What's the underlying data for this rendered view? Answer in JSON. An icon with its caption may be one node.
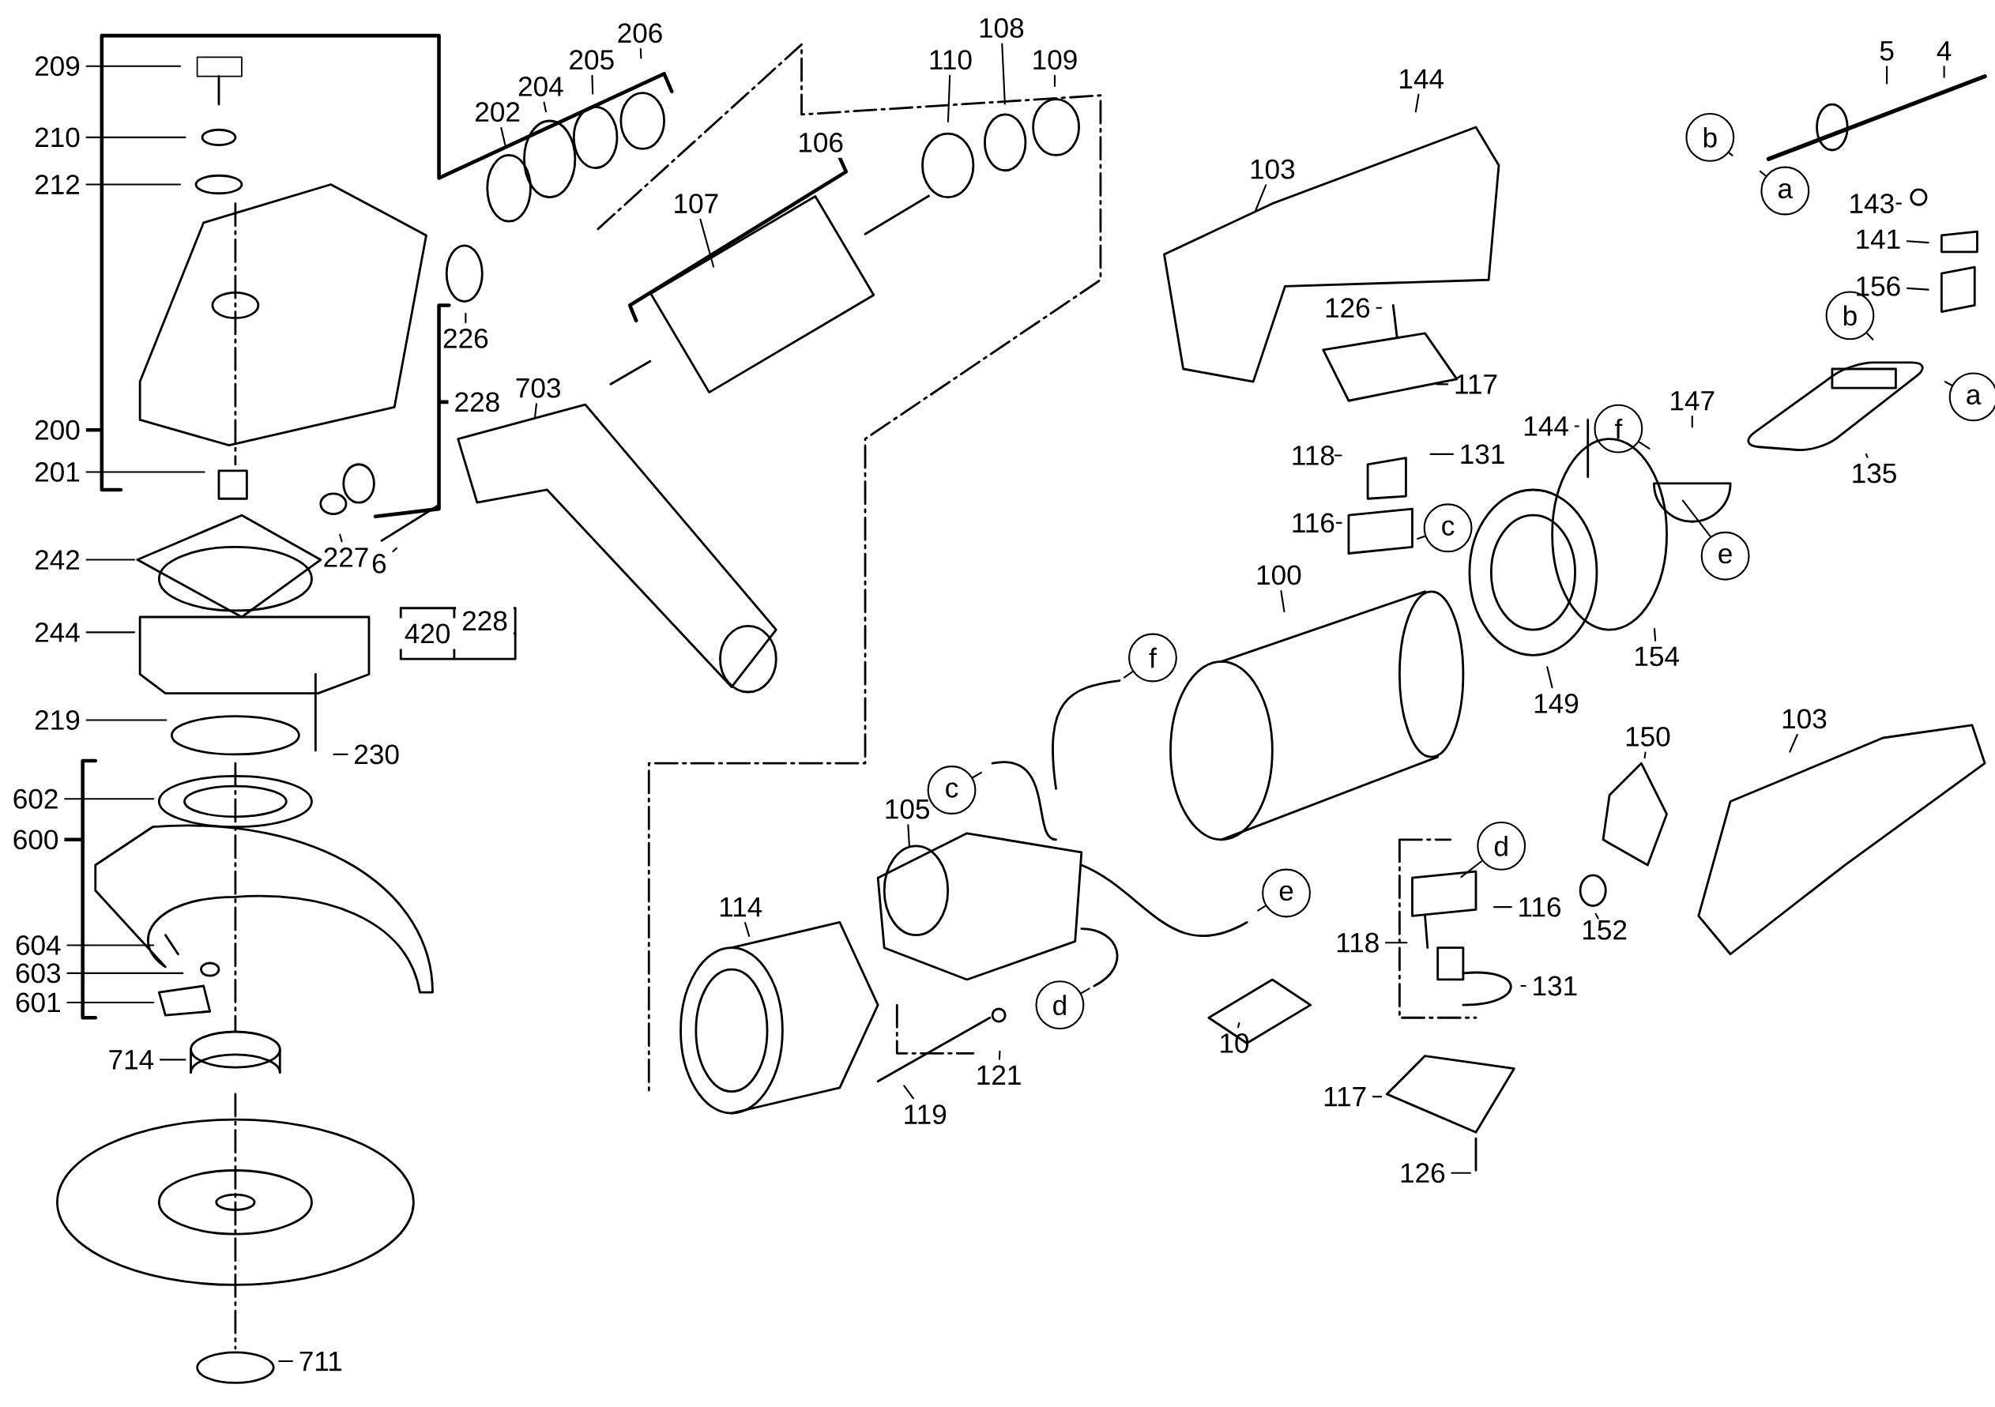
{
  "diagram": {
    "nodes": [
      {
        "text": [
          "209"
        ]
      },
      {
        "text": [
          "210"
        ]
      },
      {
        "text": [
          "212"
        ]
      },
      {
        "text": [
          "201"
        ]
      },
      {
        "text": [
          "242"
        ]
      },
      {
        "text": [
          "244"
        ]
      },
      {
        "text": [
          "219"
        ]
      },
      {
        "text": [
          "602"
        ]
      },
      {
        "text": [
          "604"
        ]
      },
      {
        "text": [
          "603"
        ]
      },
      {
        "text": [
          "601"
        ]
      },
      {
        "text": [
          "714"
        ]
      },
      {
        "text": [
          "711"
        ]
      },
      {
        "text": [
          "230"
        ]
      },
      {
        "text": [
          "227"
        ]
      },
      {
        "text": [
          "6"
        ]
      },
      {
        "text": [
          "226"
        ]
      },
      {
        "text": [
          "703"
        ]
      },
      {
        "text": [
          "202"
        ]
      },
      {
        "text": [
          "204"
        ]
      },
      {
        "text": [
          "205"
        ]
      },
      {
        "text": [
          "206"
        ]
      },
      {
        "text": [
          "107"
        ]
      },
      {
        "text": [
          "110"
        ]
      },
      {
        "text": [
          "109"
        ]
      },
      {
        "text": [
          "144"
        ]
      },
      {
        "text": [
          "103"
        ]
      },
      {
        "text": [
          "126"
        ]
      },
      {
        "text": [
          "117"
        ]
      },
      {
        "text": [
          "118"
        ]
      },
      {
        "text": [
          "131"
        ]
      },
      {
        "text": [
          "116"
        ]
      },
      {
        "text": [
          "c"
        ]
      },
      {
        "text": [
          "100"
        ]
      },
      {
        "text": [
          "144"
        ]
      },
      {
        "text": [
          "f"
        ]
      },
      {
        "text": [
          "147"
        ]
      },
      {
        "text": [
          "135"
        ]
      },
      {
        "text": [
          "e"
        ]
      },
      {
        "text": [
          "154"
        ]
      },
      {
        "text": [
          "149"
        ]
      },
      {
        "text": [
          "5"
        ]
      },
      {
        "text": [
          "4"
        ]
      },
      {
        "text": [
          "b"
        ]
      },
      {
        "text": [
          "a"
        ]
      },
      {
        "text": [
          "143"
        ]
      },
      {
        "text": [
          "141"
        ]
      },
      {
        "text": [
          "156"
        ]
      },
      {
        "text": [
          "b"
        ]
      },
      {
        "text": [
          "a"
        ]
      },
      {
        "text": [
          "f"
        ]
      },
      {
        "text": [
          "c"
        ]
      },
      {
        "text": [
          "105"
        ]
      },
      {
        "text": [
          "114"
        ]
      },
      {
        "text": [
          "d"
        ]
      },
      {
        "text": [
          "116"
        ]
      },
      {
        "text": [
          "118"
        ]
      },
      {
        "text": [
          "131"
        ]
      },
      {
        "text": [
          "d"
        ]
      },
      {
        "text": [
          "e"
        ]
      },
      {
        "text": [
          "10"
        ]
      },
      {
        "text": [
          "121"
        ]
      },
      {
        "text": [
          "119"
        ]
      },
      {
        "text": [
          "117"
        ]
      },
      {
        "text": [
          "126"
        ]
      },
      {
        "text": [
          "150"
        ]
      },
      {
        "text": [
          "103"
        ]
      },
      {
        "text": [
          "152"
        ]
      },
      {
        "text": [
          "108"
        ]
      }
    ],
    "edges": [
      {
        "from": 0,
        "to": null,
        "arrow": "none"
      },
      {
        "from": 1,
        "to": null,
        "arrow": "none"
      },
      {
        "from": 2,
        "to": null,
        "arrow": "none"
      },
      {
        "from": 3,
        "to": null,
        "arrow": "none"
      },
      {
        "from": 4,
        "to": null,
        "arrow": "none"
      },
      {
        "from": 5,
        "to": null,
        "arrow": "none"
      },
      {
        "from": 6,
        "to": null,
        "arrow": "none"
      },
      {
        "from": 7,
        "to": null,
        "arrow": "none"
      },
      {
        "from": 8,
        "to": null,
        "arrow": "none"
      },
      {
        "from": 9,
        "to": null,
        "arrow": "none"
      },
      {
        "from": 10,
        "to": null,
        "arrow": "none"
      },
      {
        "from": 11,
        "to": null,
        "arrow": "none"
      },
      {
        "from": 12,
        "to": null,
        "arrow": "none"
      },
      {
        "from": 13,
        "to": null,
        "arrow": "none"
      },
      {
        "from": 14,
        "to": null,
        "arrow": "none"
      },
      {
        "from": 15,
        "to": null,
        "arrow": "none"
      },
      {
        "from": 16,
        "to": null,
        "arrow": "none"
      },
      {
        "from": 17,
        "to": null,
        "arrow": "none"
      },
      {
        "from": 18,
        "to": null,
        "arrow": "none"
      },
      {
        "from": 19,
        "to": null,
        "arrow": "none"
      },
      {
        "from": 20,
        "to": null,
        "arrow": "none"
      },
      {
        "from": 21,
        "to": null,
        "arrow": "none"
      },
      {
        "from": 22,
        "to": null,
        "arrow": "none"
      },
      {
        "from": 23,
        "to": null,
        "arrow": "none"
      },
      {
        "from": 24,
        "to": null,
        "arrow": "none"
      },
      {
        "from": 25,
        "to": null,
        "arrow": "none"
      },
      {
        "from": 26,
        "to": null,
        "arrow": "none"
      },
      {
        "from": 27,
        "to": null,
        "arrow": "none"
      },
      {
        "from": 28,
        "to": null,
        "arrow": "none"
      },
      {
        "from": 29,
        "to": null,
        "arrow": "none"
      },
      {
        "from": 30,
        "to": null,
        "arrow": "none"
      },
      {
        "from": 31,
        "to": null,
        "arrow": "none"
      },
      {
        "from": 32,
        "to": null,
        "arrow": "none"
      },
      {
        "from": 33,
        "to": null,
        "arrow": "none"
      },
      {
        "from": 34,
        "to": null,
        "arrow": "none"
      },
      {
        "from": 35,
        "to": null,
        "arrow": "none"
      },
      {
        "from": 36,
        "to": null,
        "arrow": "none"
      },
      {
        "from": 37,
        "to": null,
        "arrow": "none"
      },
      {
        "from": 38,
        "to": null,
        "arrow": "none"
      },
      {
        "from": 39,
        "to": null,
        "arrow": "none"
      },
      {
        "from": 40,
        "to": null,
        "arrow": "none"
      },
      {
        "from": 41,
        "to": null,
        "arrow": "none"
      },
      {
        "from": 42,
        "to": null,
        "arrow": "none"
      },
      {
        "from": 43,
        "to": null,
        "arrow": "none"
      },
      {
        "from": 44,
        "to": null,
        "arrow": "none"
      },
      {
        "from": 45,
        "to": null,
        "arrow": "none"
      },
      {
        "from": 46,
        "to": null,
        "arrow": "none"
      },
      {
        "from": 47,
        "to": null,
        "arrow": "none"
      },
      {
        "from": 48,
        "to": null,
        "arrow": "none"
      },
      {
        "from": 49,
        "to": null,
        "arrow": "none"
      },
      {
        "from": 50,
        "to": null,
        "arrow": "none"
      },
      {
        "from": 51,
        "to": null,
        "arrow": "none"
      },
      {
        "from": 52,
        "to": null,
        "arrow": "none"
      },
      {
        "from": 53,
        "to": null,
        "arrow": "none"
      },
      {
        "from": 54,
        "to": null,
        "arrow": "none"
      },
      {
        "from": 55,
        "to": null,
        "arrow": "none"
      },
      {
        "from": 56,
        "to": null,
        "arrow": "none"
      },
      {
        "from": 57,
        "to": null,
        "arrow": "none"
      },
      {
        "from": 58,
        "to": null,
        "arrow": "none"
      },
      {
        "from": 59,
        "to": null,
        "arrow": "none"
      },
      {
        "from": 60,
        "to": null,
        "arrow": "none"
      },
      {
        "from": 61,
        "to": null,
        "arrow": "none"
      },
      {
        "from": 62,
        "to": null,
        "arrow": "none"
      },
      {
        "from": 63,
        "to": null,
        "arrow": "none"
      },
      {
        "from": 64,
        "to": null,
        "arrow": "none"
      },
      {
        "from": 65,
        "to": null,
        "arrow": "none"
      },
      {
        "from": 66,
        "to": null,
        "arrow": "none"
      },
      {
        "from": 67,
        "to": null,
        "arrow": "none"
      },
      {
        "from": 68,
        "to": null,
        "arrow": "none"
      }
    ],
    "labels": [
      "200",
      "228",
      "600",
      "106",
      "420",
      "228"
    ]
  }
}
